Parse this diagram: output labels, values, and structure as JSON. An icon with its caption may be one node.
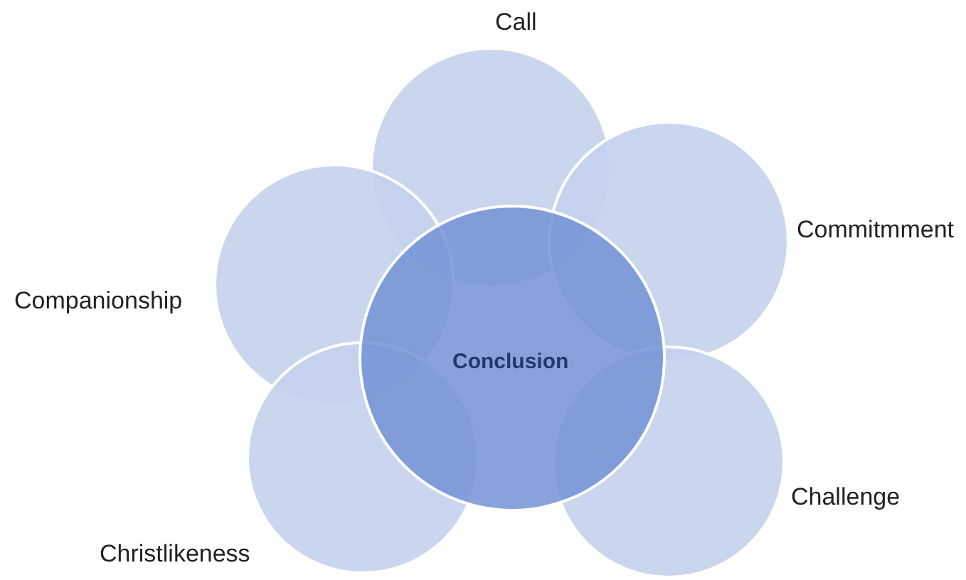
{
  "diagram": {
    "nodes": [
      {
        "text": [
          "Call"
        ]
      },
      {
        "text": [
          "Commitmment"
        ]
      },
      {
        "text": [
          "Companionship"
        ]
      },
      {
        "text": [
          "Christlikeness"
        ]
      },
      {
        "text": [
          "Challenge"
        ]
      },
      {
        "text": [
          "Conclusion"
        ]
      }
    ]
  }
}
